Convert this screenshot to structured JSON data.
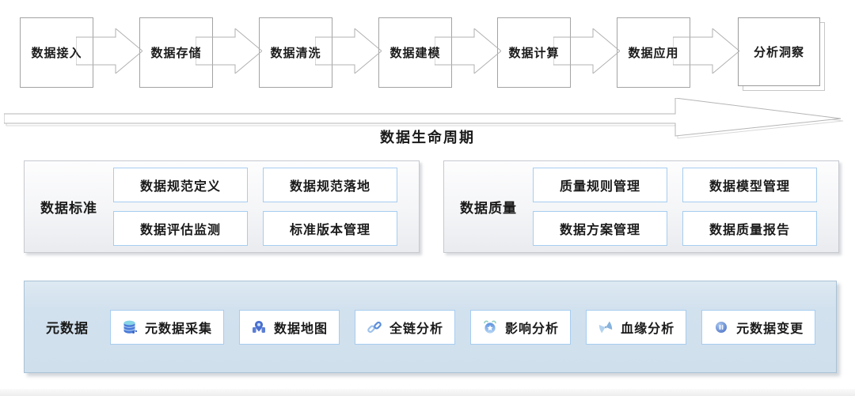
{
  "flow": {
    "stages": [
      "数据接入",
      "数据存储",
      "数据清洗",
      "数据建模",
      "数据计算",
      "数据应用",
      "分析洞察"
    ],
    "lifecycle_label": "数据生命周期"
  },
  "panels": {
    "standards": {
      "label": "数据标准",
      "items": [
        "数据规范定义",
        "数据规范落地",
        "数据评估监测",
        "标准版本管理"
      ]
    },
    "quality": {
      "label": "数据质量",
      "items": [
        "质量规则管理",
        "数据模型管理",
        "数据方案管理",
        "数据质量报告"
      ]
    },
    "metadata": {
      "label": "元数据",
      "items": [
        {
          "icon": "database-icon",
          "label": "元数据采集"
        },
        {
          "icon": "map-pin-icon",
          "label": "数据地图"
        },
        {
          "icon": "chain-link-icon",
          "label": "全链分析"
        },
        {
          "icon": "alarm-star-icon",
          "label": "影响分析"
        },
        {
          "icon": "butterfly-icon",
          "label": "血缘分析"
        },
        {
          "icon": "sphere-icon",
          "label": "元数据变更"
        }
      ]
    }
  },
  "colors": {
    "box_border_gray": "#a3a3a3",
    "panel_border_gray": "#c6c9cf",
    "blue_box_border": "#a6cdf0",
    "metadata_panel_bg": "#d2e1ee",
    "metadata_panel_border": "#a9c2d6",
    "icon_blue": "#4a7bd8",
    "text_color": "#1a1a1a"
  }
}
